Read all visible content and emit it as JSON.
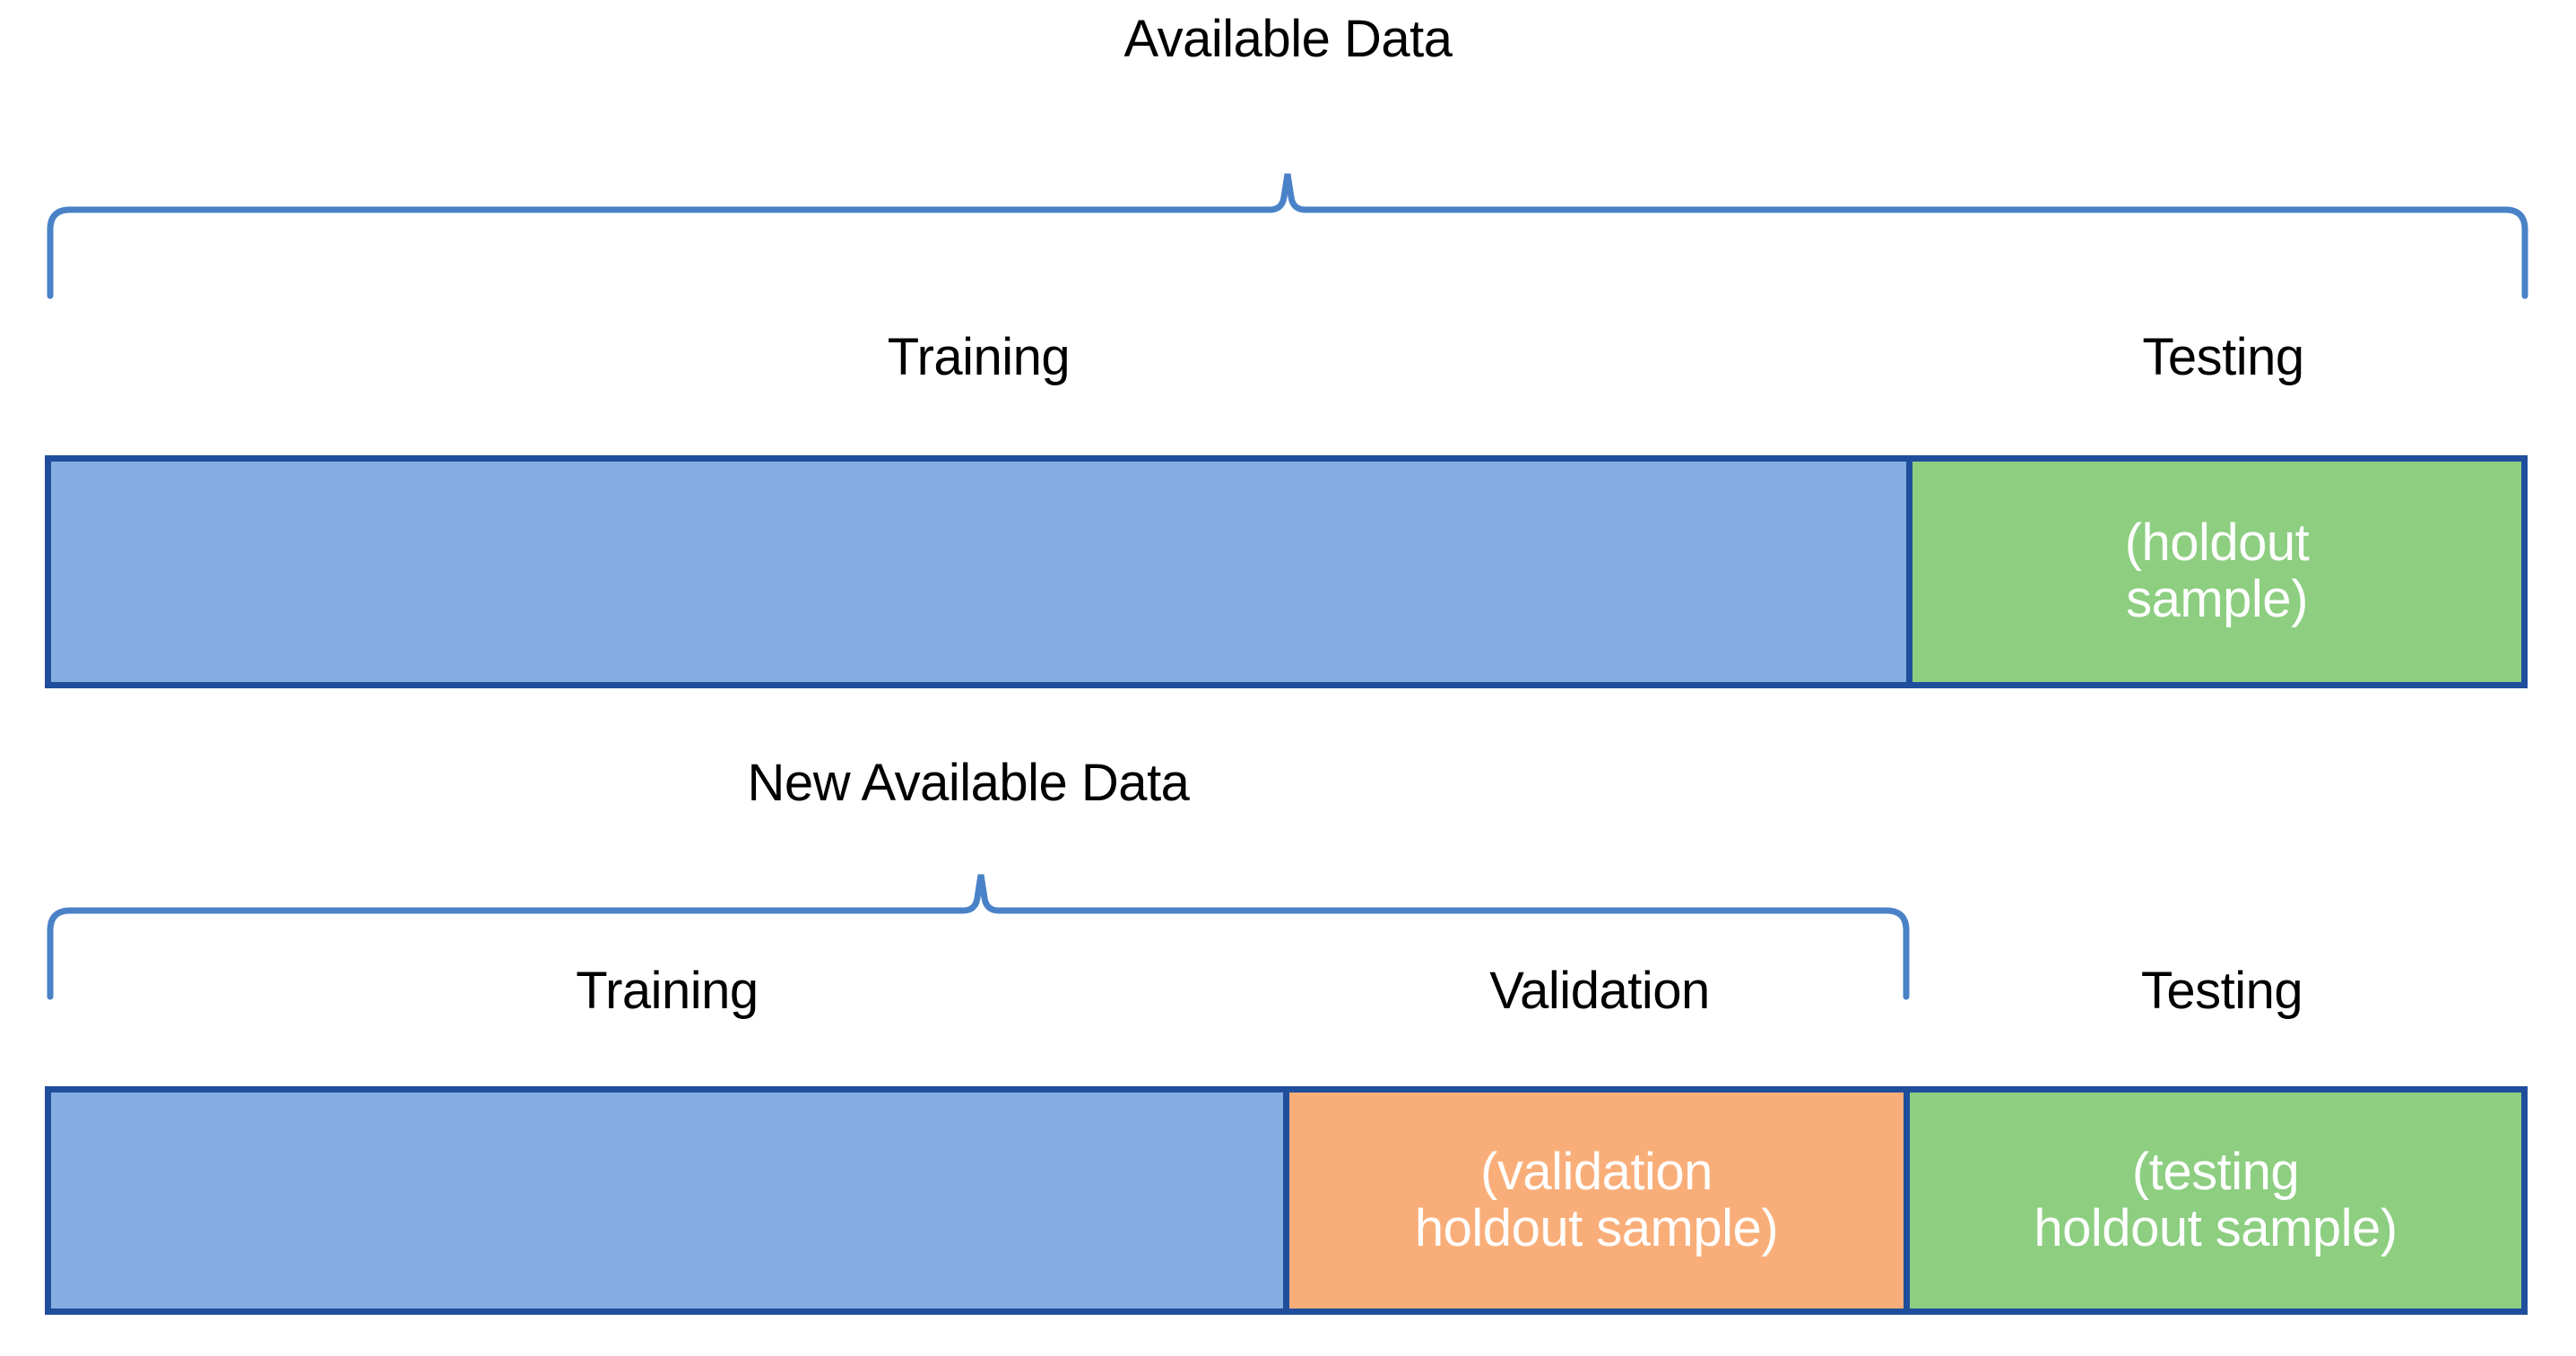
{
  "diagram": {
    "title_top": "Available Data",
    "title_bottom": "New Available Data",
    "accent_brace_color": "#4A82C8",
    "border_color": "#1F4E9C",
    "colors": {
      "training": "#85ADE2",
      "validation": "#F9AE79",
      "testing": "#8DCE81",
      "text_on_fill": "#FFFFFF",
      "label_text": "#000000"
    },
    "rows": [
      {
        "id": "row-original",
        "brace_label": "Available Data",
        "segments": [
          {
            "id": "training",
            "label": "Training",
            "note": "",
            "color_key": "training",
            "width_pct": 80.5
          },
          {
            "id": "testing",
            "label": "Testing",
            "note": "(holdout\nsample)",
            "color_key": "testing",
            "width_pct": 19.5
          }
        ]
      },
      {
        "id": "row-new",
        "brace_label": "New Available Data",
        "segments": [
          {
            "id": "training",
            "label": "Training",
            "note": "",
            "color_key": "training",
            "width_pct": 50.0
          },
          {
            "id": "validation",
            "label": "Validation",
            "note": "(validation\nholdout sample)",
            "color_key": "validation",
            "width_pct": 30.5
          },
          {
            "id": "testing",
            "label": "Testing",
            "note": "(testing\nholdout sample)",
            "color_key": "testing",
            "width_pct": 19.5
          }
        ]
      }
    ]
  },
  "labels": {
    "row1_training": "Training",
    "row1_testing": "Testing",
    "row2_training": "Training",
    "row2_validation": "Validation",
    "row2_testing": "Testing"
  },
  "notes": {
    "row1_testing_note": "(holdout\nsample)",
    "row2_validation_note": "(validation\nholdout sample)",
    "row2_testing_note": "(testing\nholdout sample)"
  }
}
